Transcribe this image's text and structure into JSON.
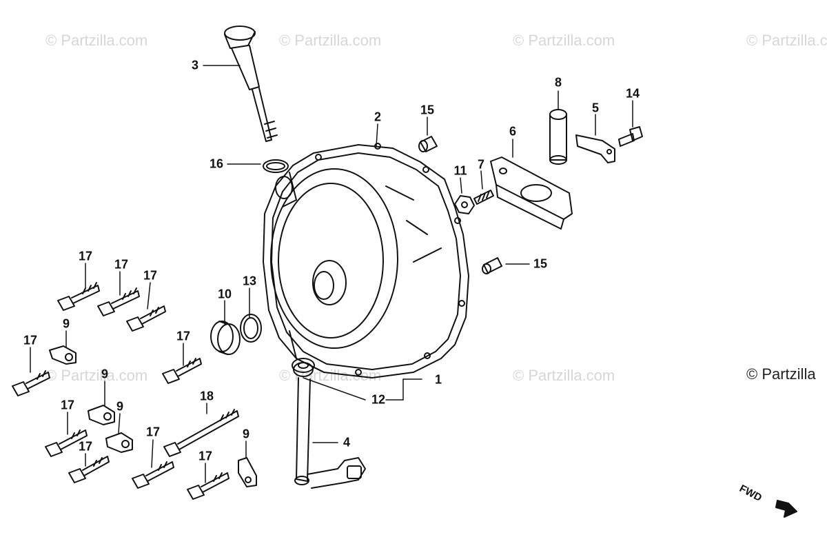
{
  "watermark": "© Partzilla.com",
  "copyright": "© Partzilla",
  "direction_marker": "FWD",
  "callouts": [
    "1",
    "2",
    "3",
    "4",
    "5",
    "6",
    "7",
    "8",
    "9",
    "10",
    "11",
    "12",
    "13",
    "14",
    "15",
    "16",
    "17",
    "18"
  ]
}
